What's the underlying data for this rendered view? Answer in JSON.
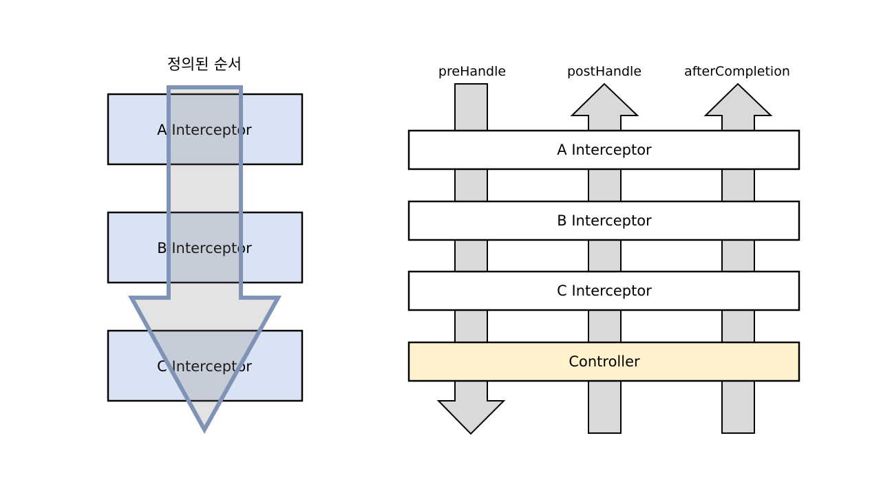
{
  "left_panel": {
    "title": "정의된 순서",
    "boxes": [
      {
        "label": "A Interceptor"
      },
      {
        "label": "B Interceptor"
      },
      {
        "label": "C Interceptor"
      }
    ]
  },
  "right_panel": {
    "columns": [
      {
        "label": "preHandle",
        "direction": "down"
      },
      {
        "label": "postHandle",
        "direction": "up"
      },
      {
        "label": "afterCompletion",
        "direction": "up"
      }
    ],
    "bars": [
      {
        "label": "A Interceptor"
      },
      {
        "label": "B Interceptor"
      },
      {
        "label": "C Interceptor"
      },
      {
        "label": "Controller"
      }
    ]
  },
  "colors": {
    "box_fill": "#dae3f3",
    "big_arrow_fill": "#e0e0e0",
    "big_arrow_stroke": "#8096b8",
    "arrow_gray": "#d9d9d9",
    "controller_fill": "#fff2cc",
    "stroke": "#000000"
  }
}
